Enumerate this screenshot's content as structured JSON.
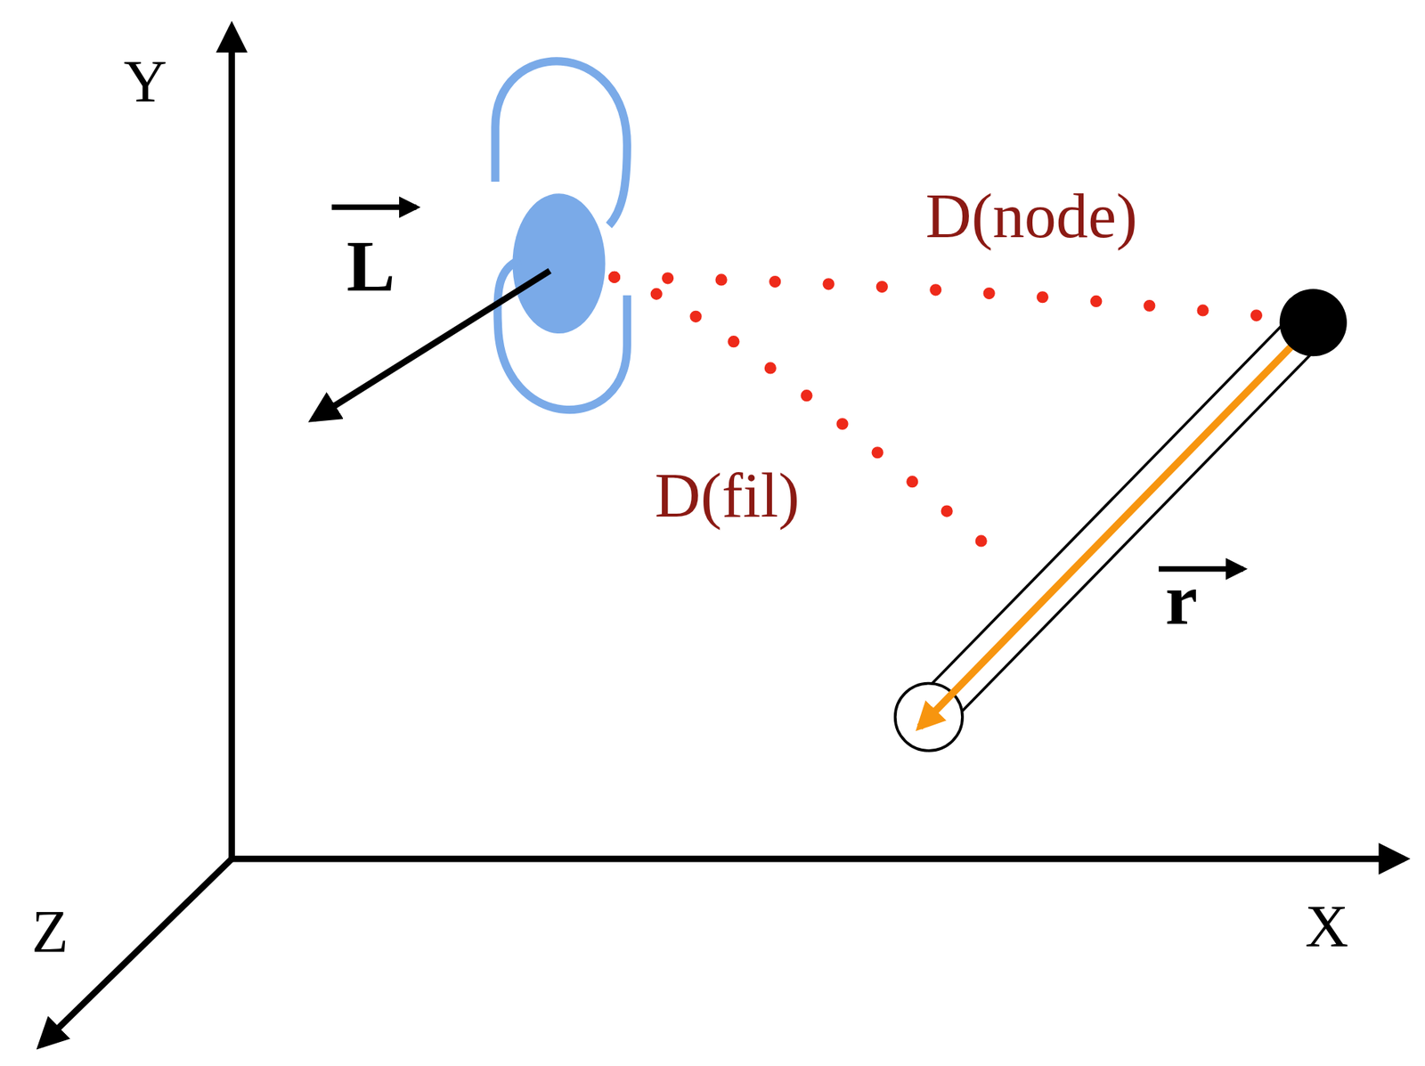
{
  "diagram": {
    "labels": [
      "Y",
      "L",
      "D(node)",
      "D(fil)",
      "r",
      "Z",
      "X"
    ]
  }
}
